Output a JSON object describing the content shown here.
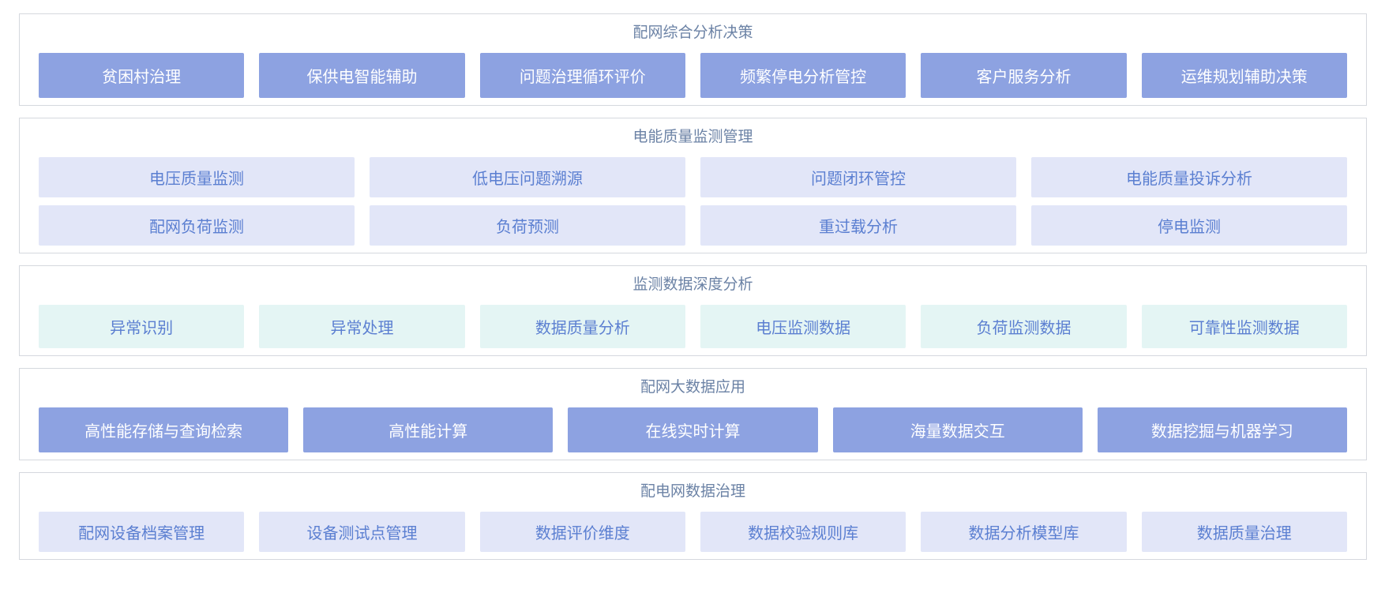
{
  "colors": {
    "section_border": "#d5d8de",
    "section_title_text": "#6b82a5",
    "solid_button_bg": "#8da2e1",
    "solid_button_text": "#ffffff",
    "lavender_button_bg": "#e2e6f8",
    "mint_button_bg": "#e4f5f4",
    "light_button_text": "#5b7fd1"
  },
  "sections": [
    {
      "title": "配网综合分析决策",
      "style": "solid",
      "rows": [
        [
          "贫困村治理",
          "保供电智能辅助",
          "问题治理循环评价",
          "频繁停电分析管控",
          "客户服务分析",
          "运维规划辅助决策"
        ]
      ]
    },
    {
      "title": "电能质量监测管理",
      "style": "lavender",
      "rows": [
        [
          "电压质量监测",
          "低电压问题溯源",
          "问题闭环管控",
          "电能质量投诉分析"
        ],
        [
          "配网负荷监测",
          "负荷预测",
          "重过载分析",
          "停电监测"
        ]
      ]
    },
    {
      "title": "监测数据深度分析",
      "style": "mint",
      "rows": [
        [
          "异常识别",
          "异常处理",
          "数据质量分析",
          "电压监测数据",
          "负荷监测数据",
          "可靠性监测数据"
        ]
      ]
    },
    {
      "title": "配网大数据应用",
      "style": "solid",
      "rows": [
        [
          "高性能存储与查询检索",
          "高性能计算",
          "在线实时计算",
          "海量数据交互",
          "数据挖掘与机器学习"
        ]
      ]
    },
    {
      "title": "配电网数据治理",
      "style": "lavender",
      "rows": [
        [
          "配网设备档案管理",
          "设备测试点管理",
          "数据评价维度",
          "数据校验规则库",
          "数据分析模型库",
          "数据质量治理"
        ]
      ]
    }
  ]
}
